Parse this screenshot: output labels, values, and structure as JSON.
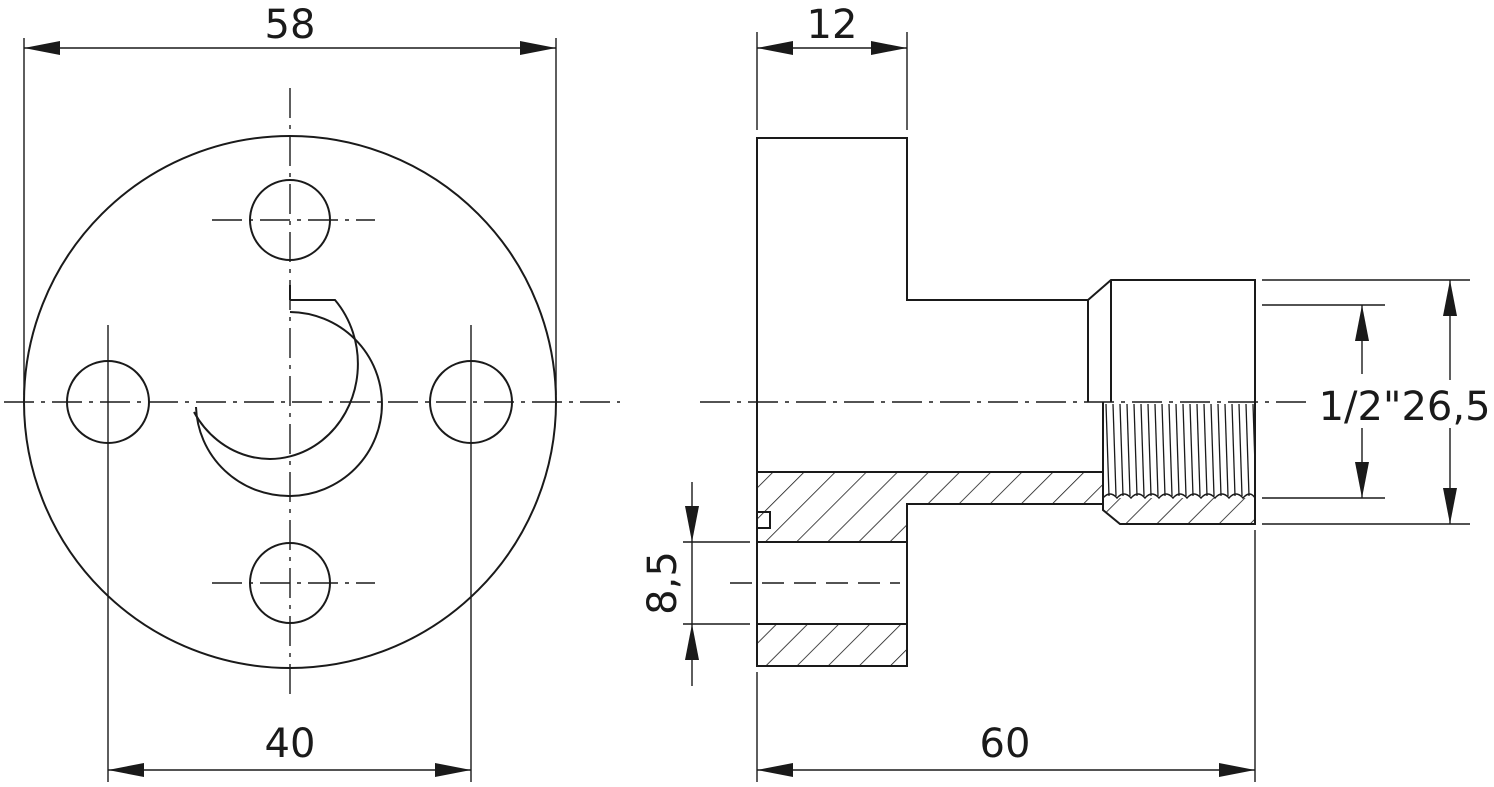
{
  "drawing": {
    "front_view": {
      "dim_outer_diameter": "58",
      "dim_bolt_spacing": "40"
    },
    "side_view": {
      "dim_flange_thickness": "12",
      "dim_total_length": "60",
      "dim_hole_diameter": "8,5",
      "dim_thread": "1/2\"",
      "dim_socket_diameter": "26,5"
    }
  }
}
